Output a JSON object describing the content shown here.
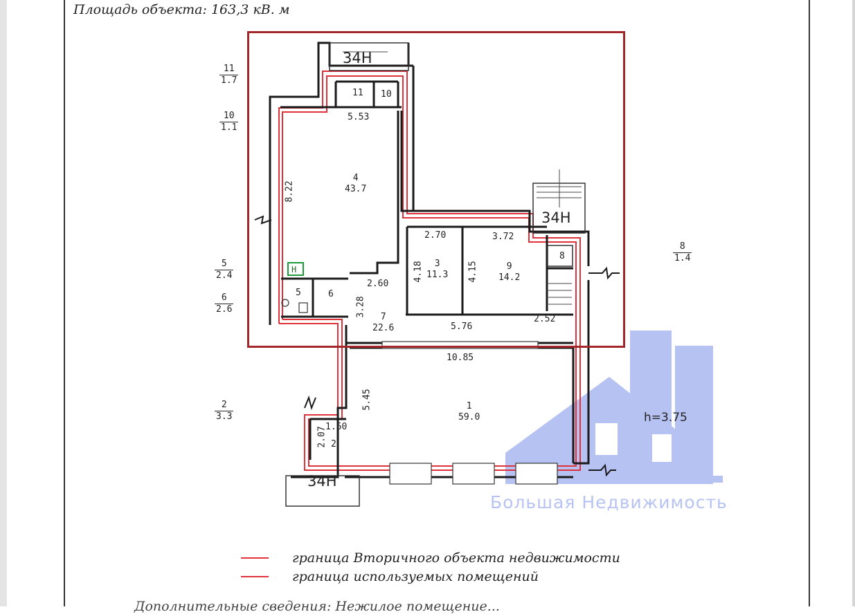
{
  "title": "Площадь объекта: 163,3  кВ. м",
  "outer_labels": [
    {
      "id": "11",
      "num": "11",
      "den": "1.7"
    },
    {
      "id": "10",
      "num": "10",
      "den": "1.1"
    },
    {
      "id": "5",
      "num": "5",
      "den": "2.4"
    },
    {
      "id": "6",
      "num": "6",
      "den": "2.6"
    },
    {
      "id": "2",
      "num": "2",
      "den": "3.3"
    },
    {
      "id": "8",
      "num": "8",
      "den": "1.4"
    }
  ],
  "rooms": [
    {
      "id": "4",
      "num": "4",
      "area": "43.7"
    },
    {
      "id": "3",
      "num": "3",
      "area": "11.3"
    },
    {
      "id": "9",
      "num": "9",
      "area": "14.2"
    },
    {
      "id": "7",
      "num": "7",
      "area": "22.6"
    },
    {
      "id": "1",
      "num": "1",
      "area": "59.0"
    }
  ],
  "small_rooms": [
    "11",
    "10",
    "5",
    "6",
    "8",
    "2"
  ],
  "dimensions": {
    "d553": "5.53",
    "d822": "8.22",
    "d270": "2.70",
    "d372": "3.72",
    "d418": "4.18",
    "d415": "4.15",
    "d260": "2.60",
    "d328": "3.28",
    "d576": "5.76",
    "d252": "2.52",
    "d1085": "10.85",
    "d545": "5.45",
    "d160": "1.60",
    "d207": "2.07"
  },
  "tags": {
    "top": "34Н",
    "right": "34Н",
    "bottom": "34Н"
  },
  "height_label": "h=3.75",
  "stair_marker": "Н",
  "legend": [
    {
      "text": "граница Вторичного объекта недвижимости"
    },
    {
      "text": "граница используемых помещений"
    }
  ],
  "footer_text": "Дополнительные сведения: Нежилое помещение...",
  "watermark": "Большая Недвижимость",
  "colors": {
    "boundary": "#e0303a",
    "highlight": "#a3262a",
    "watermark": "#a9b8f0"
  }
}
